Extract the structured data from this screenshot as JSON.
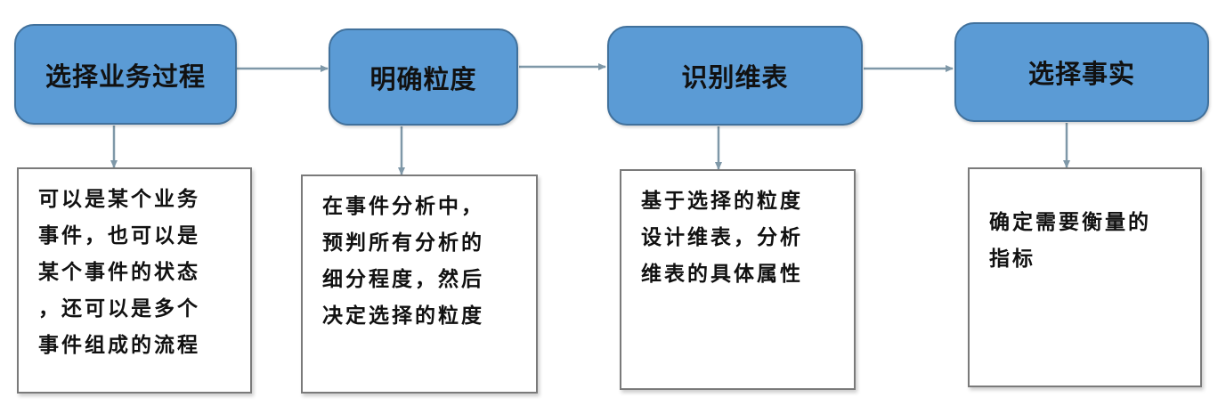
{
  "steps": [
    {
      "label": "选择业务过程"
    },
    {
      "label": "明确粒度"
    },
    {
      "label": "识别维表"
    },
    {
      "label": "选择事实"
    }
  ],
  "descriptions": [
    {
      "lines": [
        "可以是某个业务",
        "事件，也可以是",
        "某个事件的状态",
        "，还可以是多个",
        "事件组成的流程"
      ]
    },
    {
      "lines": [
        "在事件分析中，",
        "预判所有分析的",
        "细分程度，然后",
        "决定选择的粒度"
      ]
    },
    {
      "lines": [
        "基于选择的粒度",
        "设计维表，分析",
        "维表的具体属性"
      ]
    },
    {
      "lines": [
        "确定需要衡量的",
        "指标"
      ]
    }
  ],
  "colors": {
    "step_fill": "#5b9bd5",
    "step_border": "#41719c",
    "connector": "#7f98a8"
  }
}
